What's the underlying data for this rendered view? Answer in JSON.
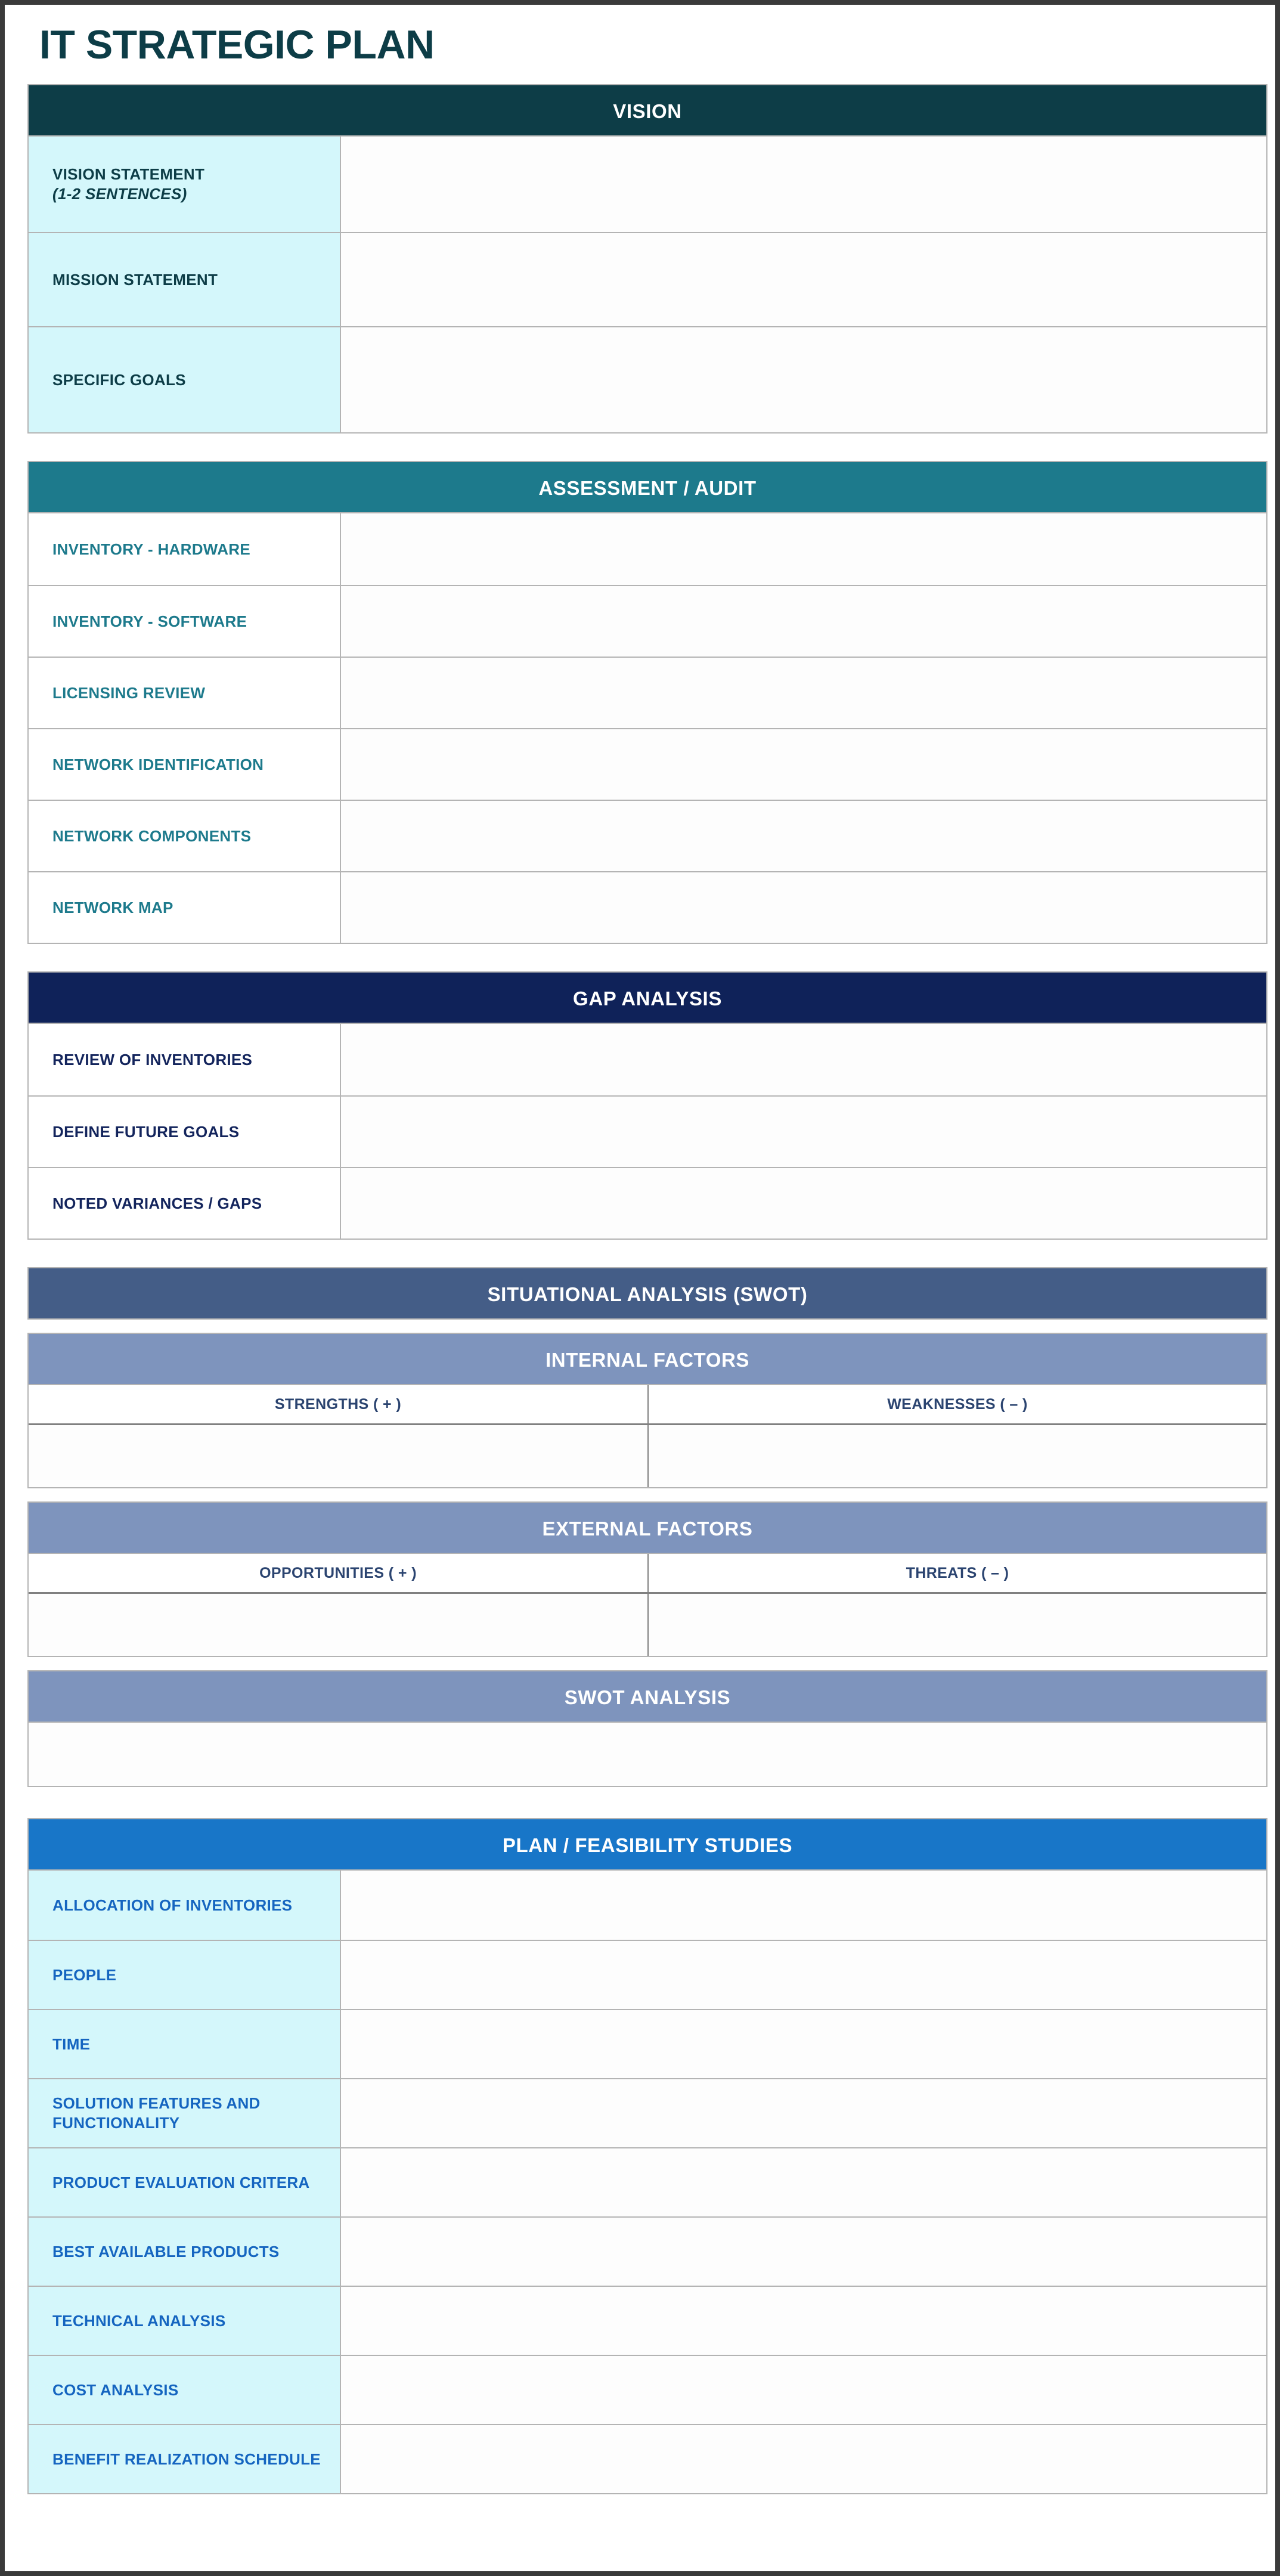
{
  "document": {
    "title": "IT STRATEGIC PLAN"
  },
  "colors": {
    "vision": "#0d3d47",
    "assessment": "#1d7a8c",
    "gap": "#0f2259",
    "swot_main": "#445d87",
    "swot_sub": "#7e94bd",
    "plan": "#1876c8",
    "vision_row_bg": "#d4f7fb",
    "plan_row_bg": "#d4f7fb",
    "border": "#b4b4b4"
  },
  "sections": {
    "vision": {
      "heading": "VISION",
      "rows": [
        {
          "label": "VISION STATEMENT",
          "sub": "(1-2 SENTENCES)",
          "value": ""
        },
        {
          "label": "MISSION STATEMENT",
          "sub": "",
          "value": ""
        },
        {
          "label": "SPECIFIC GOALS",
          "sub": "",
          "value": ""
        }
      ]
    },
    "assessment": {
      "heading": "ASSESSMENT / AUDIT",
      "rows": [
        {
          "label": "INVENTORY - HARDWARE",
          "value": ""
        },
        {
          "label": "INVENTORY - SOFTWARE",
          "value": ""
        },
        {
          "label": "LICENSING REVIEW",
          "value": ""
        },
        {
          "label": "NETWORK IDENTIFICATION",
          "value": ""
        },
        {
          "label": "NETWORK COMPONENTS",
          "value": ""
        },
        {
          "label": "NETWORK MAP",
          "value": ""
        }
      ]
    },
    "gap": {
      "heading": "GAP ANALYSIS",
      "rows": [
        {
          "label": "REVIEW OF INVENTORIES",
          "value": ""
        },
        {
          "label": "DEFINE FUTURE GOALS",
          "value": ""
        },
        {
          "label": "NOTED VARIANCES / GAPS",
          "value": ""
        }
      ]
    },
    "swot": {
      "heading": "SITUATIONAL ANALYSIS (SWOT)",
      "internal": {
        "heading": "INTERNAL FACTORS",
        "columns": [
          {
            "label": "STRENGTHS ( + )",
            "value": ""
          },
          {
            "label": "WEAKNESSES ( – )",
            "value": ""
          }
        ]
      },
      "external": {
        "heading": "EXTERNAL FACTORS",
        "columns": [
          {
            "label": "OPPORTUNITIES ( + )",
            "value": ""
          },
          {
            "label": "THREATS ( – )",
            "value": ""
          }
        ]
      },
      "analysis": {
        "heading": "SWOT ANALYSIS",
        "value": ""
      }
    },
    "plan": {
      "heading": "PLAN / FEASIBILITY STUDIES",
      "rows": [
        {
          "label": "ALLOCATION OF INVENTORIES",
          "value": ""
        },
        {
          "label": "PEOPLE",
          "value": ""
        },
        {
          "label": "TIME",
          "value": ""
        },
        {
          "label": "SOLUTION FEATURES AND FUNCTIONALITY",
          "value": ""
        },
        {
          "label": "PRODUCT EVALUATION CRITERA",
          "value": ""
        },
        {
          "label": "BEST AVAILABLE PRODUCTS",
          "value": ""
        },
        {
          "label": "TECHNICAL ANALYSIS",
          "value": ""
        },
        {
          "label": "COST ANALYSIS",
          "value": ""
        },
        {
          "label": "BENEFIT REALIZATION SCHEDULE",
          "value": ""
        }
      ]
    }
  }
}
